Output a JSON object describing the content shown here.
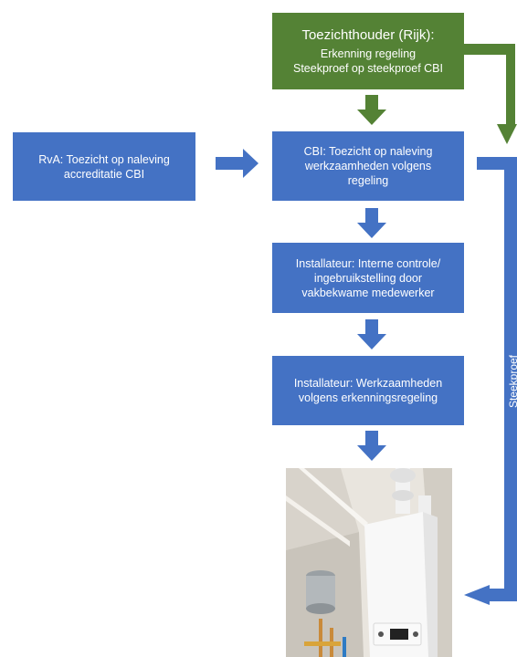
{
  "nodes": {
    "toezichthouder": {
      "title": "Toezichthouder (Rijk):",
      "line1": "Erkenning regeling",
      "line2": "Steekproef op steekproef CBI"
    },
    "rva": {
      "line1": "RvA: Toezicht op naleving",
      "line2": "accreditatie CBI"
    },
    "cbi": {
      "line1": "CBI: Toezicht op naleving",
      "line2": "werkzaamheden volgens",
      "line3": "regeling"
    },
    "installateur_controle": {
      "line1": "Installateur: Interne controle/",
      "line2": "ingebruikstelling door",
      "line3": "vakbekwame medewerker"
    },
    "installateur_werk": {
      "line1": "Installateur: Werkzaamheden",
      "line2": "volgens erkenningsregeling"
    }
  },
  "steekproef_label": "Steekproef",
  "colors": {
    "green": "#548235",
    "blue": "#4472c4"
  }
}
